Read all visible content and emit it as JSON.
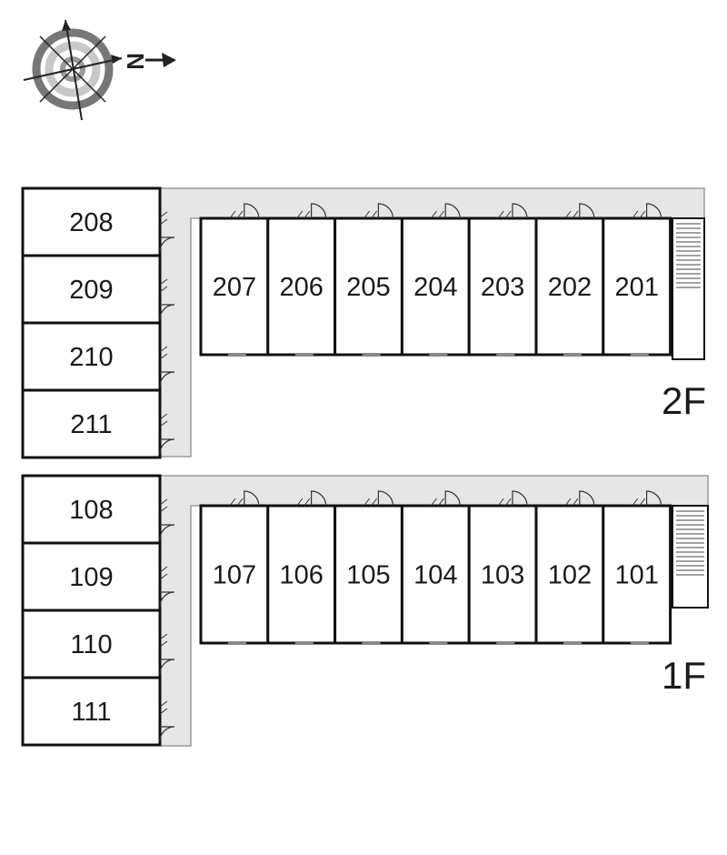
{
  "compass": {
    "north_label": "N",
    "icon": "compass-rose-icon"
  },
  "colors": {
    "wall": "#111111",
    "corridor": "#e6e6e6",
    "corridor_edge": "#9a9a9a"
  },
  "floors": [
    {
      "id": "2F",
      "label": "2F",
      "left_units": [
        "208",
        "209",
        "210",
        "211"
      ],
      "right_units": [
        "207",
        "206",
        "205",
        "204",
        "203",
        "202",
        "201"
      ]
    },
    {
      "id": "1F",
      "label": "1F",
      "left_units": [
        "108",
        "109",
        "110",
        "111"
      ],
      "right_units": [
        "107",
        "106",
        "105",
        "104",
        "103",
        "102",
        "101"
      ]
    }
  ]
}
